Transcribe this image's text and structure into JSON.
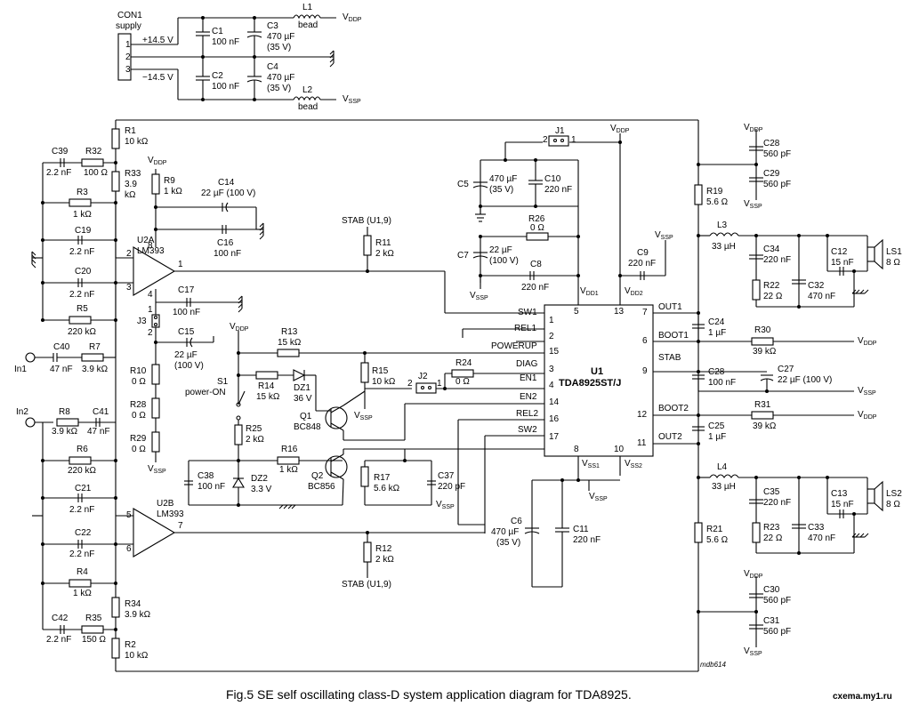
{
  "caption": "Fig.5  SE self oscillating class-D system application diagram for TDA8925.",
  "ref_code": "mdb614",
  "watermark": "cxema.my1.ru",
  "nets": {
    "vddp": "V",
    "vddp_sub": "DDP",
    "vssp": "V",
    "vssp_sub": "SSP",
    "stab_u19": "STAB (U1,9)"
  },
  "supply": {
    "connector": "CON1",
    "connector_label": "supply",
    "pins": [
      "1",
      "2",
      "3"
    ],
    "plus": "+14.5 V",
    "minus": "−14.5 V"
  },
  "ic": {
    "name": "U1",
    "part": "TDA8925ST/J",
    "left_pins": [
      {
        "net": "SW1",
        "num": "1"
      },
      {
        "net": "REL1",
        "num": "2"
      },
      {
        "net": "POWERUP",
        "num": "15"
      },
      {
        "net": "DIAG",
        "num": "3"
      },
      {
        "net": "EN1",
        "num": "4"
      },
      {
        "net": "EN2",
        "num": "14"
      },
      {
        "net": "REL2",
        "num": "16"
      },
      {
        "net": "SW2",
        "num": "17"
      }
    ],
    "right_pins": [
      {
        "net": "OUT1",
        "num": "7"
      },
      {
        "net": "BOOT1",
        "num": "6"
      },
      {
        "net": "STAB",
        "num": "9"
      },
      {
        "net": "BOOT2",
        "num": "12"
      },
      {
        "net": "OUT2",
        "num": "11"
      }
    ],
    "top_pins": [
      {
        "net": "V",
        "sub": "DD1",
        "num": "5"
      },
      {
        "net": "V",
        "sub": "DD2",
        "num": "13"
      }
    ],
    "bottom_pins": [
      {
        "net": "V",
        "sub": "SS1",
        "num": "8"
      },
      {
        "net": "V",
        "sub": "SS2",
        "num": "10"
      }
    ]
  },
  "opamps": [
    {
      "name": "U2A",
      "part": "LM393",
      "pins": [
        "8",
        "2",
        "3",
        "1",
        "4"
      ]
    },
    {
      "name": "U2B",
      "part": "LM393",
      "pins": [
        "5",
        "6",
        "7"
      ]
    }
  ],
  "labels": {
    "C1": [
      "C1",
      "100 nF"
    ],
    "C2": [
      "C2",
      "100 nF"
    ],
    "C3": [
      "C3",
      "470 µF",
      "(35 V)"
    ],
    "C4": [
      "C4",
      "470 µF",
      "(35 V)"
    ],
    "L1": [
      "L1",
      "bead"
    ],
    "L2": [
      "L2",
      "bead"
    ],
    "R1": [
      "R1",
      "10 kΩ"
    ],
    "R2": [
      "R2",
      "10 kΩ"
    ],
    "R3": [
      "R3",
      "1 kΩ"
    ],
    "R4": [
      "R4",
      "1 kΩ"
    ],
    "R5": [
      "R5",
      "220 kΩ"
    ],
    "R6": [
      "R6",
      "220 kΩ"
    ],
    "R7": [
      "R7",
      "3.9 kΩ"
    ],
    "R8": [
      "R8",
      "3.9 kΩ"
    ],
    "R9": [
      "R9",
      "1 kΩ"
    ],
    "R10": [
      "R10",
      "0 Ω"
    ],
    "R11": [
      "R11",
      "2 kΩ"
    ],
    "R12": [
      "R12",
      "2 kΩ"
    ],
    "R13": [
      "R13",
      "15 kΩ"
    ],
    "R14": [
      "R14",
      "15 kΩ"
    ],
    "R15": [
      "R15",
      "10 kΩ"
    ],
    "R16": [
      "R16",
      "1 kΩ"
    ],
    "R17": [
      "R17",
      "5.6 kΩ"
    ],
    "R19": [
      "R19",
      "5.6 Ω"
    ],
    "R21": [
      "R21",
      "5.6 Ω"
    ],
    "R22": [
      "R22",
      "22 Ω"
    ],
    "R23": [
      "R23",
      "22 Ω"
    ],
    "R24": [
      "R24",
      "0 Ω"
    ],
    "R25": [
      "R25",
      "2 kΩ"
    ],
    "R26": [
      "R26",
      "0 Ω"
    ],
    "R28": [
      "R28",
      "0 Ω"
    ],
    "R29": [
      "R29",
      "0 Ω"
    ],
    "R30": [
      "R30",
      "39 kΩ"
    ],
    "R31": [
      "R31",
      "39 kΩ"
    ],
    "R32": [
      "R32",
      "100 Ω"
    ],
    "R33": [
      "R33",
      "3.9",
      "kΩ"
    ],
    "R34": [
      "R34",
      "3.9 kΩ"
    ],
    "R35": [
      "R35",
      "150 Ω"
    ],
    "C5": [
      "C5",
      "470 µF",
      "(35 V)"
    ],
    "C6": [
      "C6",
      "470 µF",
      "(35 V)"
    ],
    "C7": [
      "C7",
      "22 µF",
      "(100 V)"
    ],
    "C8": [
      "C8",
      "220 nF"
    ],
    "C9": [
      "C9",
      "220 nF"
    ],
    "C10": [
      "C10",
      "220 nF"
    ],
    "C11": [
      "C11",
      "220 nF"
    ],
    "C12": [
      "C12",
      "15 nF"
    ],
    "C13": [
      "C13",
      "15 nF"
    ],
    "C14": [
      "C14",
      "22 µF (100 V)"
    ],
    "C15": [
      "C15",
      "22 µF",
      "(100 V)"
    ],
    "C16": [
      "C16",
      "100 nF"
    ],
    "C17": [
      "C17",
      "100 nF"
    ],
    "C19": [
      "C19",
      "2.2 nF"
    ],
    "C20": [
      "C20",
      "2.2 nF"
    ],
    "C21": [
      "C21",
      "2.2 nF"
    ],
    "C22": [
      "C22",
      "2.2 nF"
    ],
    "C24": [
      "C24",
      "1 µF"
    ],
    "C25": [
      "C25",
      "1 µF"
    ],
    "C27": [
      "C27",
      "22 µF (100 V)"
    ],
    "C28a": [
      "C28",
      "560 pF"
    ],
    "C28b": [
      "C28",
      "100 nF"
    ],
    "C29": [
      "C29",
      "560 pF"
    ],
    "C30": [
      "C30",
      "560 pF"
    ],
    "C31": [
      "C31",
      "560 pF"
    ],
    "C32": [
      "C32",
      "470 nF"
    ],
    "C33": [
      "C33",
      "470 nF"
    ],
    "C34": [
      "C34",
      "220 nF"
    ],
    "C35": [
      "C35",
      "220 nF"
    ],
    "C37": [
      "C37",
      "220 pF"
    ],
    "C38": [
      "C38",
      "100 nF"
    ],
    "C39": [
      "C39",
      "2.2 nF"
    ],
    "C40": [
      "C40",
      "47 nF"
    ],
    "C41": [
      "C41",
      "47 nF"
    ],
    "C42": [
      "C42",
      "2.2 nF"
    ],
    "L3": [
      "L3",
      "33 µH"
    ],
    "L4": [
      "L4",
      "33 µH"
    ],
    "LS1": [
      "LS1",
      "8 Ω"
    ],
    "LS2": [
      "LS2",
      "8 Ω"
    ],
    "Q1": [
      "Q1",
      "BC848"
    ],
    "Q2": [
      "Q2",
      "BC856"
    ],
    "DZ1": [
      "DZ1",
      "36 V"
    ],
    "DZ2": [
      "DZ2",
      "3.3 V"
    ],
    "S1": [
      "S1",
      "power-ON"
    ],
    "J1": [
      "J1",
      "2",
      "1"
    ],
    "J2": [
      "J2",
      "2",
      "1"
    ],
    "J3": [
      "J3",
      "1",
      "2"
    ],
    "In1": [
      "In1"
    ],
    "In2": [
      "In2"
    ]
  }
}
